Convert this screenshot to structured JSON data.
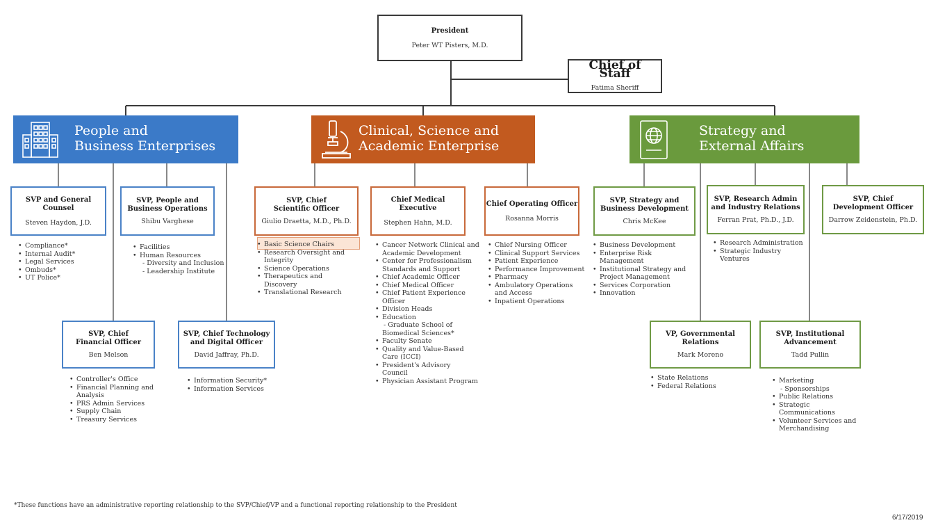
{
  "president": {
    "title": "President",
    "name": "Peter WT Pisters, M.D."
  },
  "chief_of_staff": {
    "title": "Chief of Staff",
    "name": "Fatima Sheriff"
  },
  "enterprises": {
    "people": {
      "line1": "People and",
      "line2": "Business Enterprises",
      "color": "#3b7ac8",
      "icon": "building-icon"
    },
    "clinical": {
      "line1": "Clinical, Science and",
      "line2": "Academic Enterprise",
      "color": "#c25a1f",
      "icon": "microscope-icon"
    },
    "strategy": {
      "line1": "Strategy and",
      "line2": "External Affairs",
      "color": "#6a9a3d",
      "icon": "globe-document-icon"
    }
  },
  "svp_general_counsel": {
    "title": "SVP and General Counsel",
    "name": "Steven Haydon, J.D.",
    "items": [
      "Compliance*",
      "Internal Audit*",
      "Legal Services",
      "Ombuds*",
      "UT Police*"
    ]
  },
  "svp_people_ops": {
    "title1": "SVP, People and",
    "title2": "Business Operations",
    "name": "Shibu Varghese",
    "items": [
      "Facilities",
      "Human Resources"
    ],
    "subitems": [
      "- Diversity and Inclusion",
      "- Leadership Institute"
    ]
  },
  "svp_cfo": {
    "title1": "SVP, Chief",
    "title2": "Financial Officer",
    "name": "Ben Melson",
    "items": [
      "Controller's Office",
      "Financial Planning and",
      "PRS Admin Services",
      "Supply Chain",
      "Treasury Services"
    ],
    "cont": "Analysis"
  },
  "svp_cto": {
    "title1": "SVP, Chief Technology",
    "title2": "and Digital Officer",
    "name": "David Jaffray, Ph.D.",
    "items": [
      "Information Security*",
      "Information Services"
    ]
  },
  "svp_cso": {
    "title1": "SVP, Chief",
    "title2": "Scientific Officer",
    "name": "Giulio Draetta, M.D., Ph.D.",
    "items": [
      "Basic Science Chairs",
      "Research Oversight and",
      "Science Operations",
      "Therapeutics and",
      "Translational Research"
    ],
    "cont1": "Integrity",
    "cont2": "Discovery"
  },
  "chief_medical_exec": {
    "title": "Chief Medical Executive",
    "name": "Stephen Hahn, M.D.",
    "items": [
      "Cancer Network Clinical and",
      "Center for Professionalism",
      "Chief Academic Officer",
      "Chief Medical Officer",
      "Chief Patient Experience",
      "Division Heads",
      "Education",
      "Faculty Senate",
      "Quality and Value-Based",
      "President's Advisory",
      "Physician Assistant Program"
    ],
    "conts": [
      "Academic Development",
      "Standards and Support",
      "Officer",
      "- Graduate School of",
      "Biomedical Sciences*",
      "Care (ICCI)",
      "Council"
    ]
  },
  "coo": {
    "title": "Chief Operating Officer",
    "name": "Rosanna Morris",
    "items": [
      "Chief Nursing Officer",
      "Clinical Support Services",
      "Patient Experience",
      "Performance Improvement",
      "Pharmacy",
      "Ambulatory Operations",
      "Inpatient Operations"
    ],
    "cont": "and Access"
  },
  "svp_strategy": {
    "title1": "SVP, Strategy and",
    "title2": "Business Development",
    "name": "Chris McKee",
    "items": [
      "Business Development",
      "Enterprise Risk",
      "Institutional Strategy and",
      "Services Corporation",
      "Innovation"
    ],
    "cont1": "Management",
    "cont2": "Project Management"
  },
  "svp_research_admin": {
    "title1": "SVP, Research Admin",
    "title2": "and Industry Relations",
    "name": "Ferran Prat, Ph.D., J.D.",
    "items": [
      "Research Administration",
      "Strategic Industry"
    ],
    "cont": "Ventures"
  },
  "svp_cdo": {
    "title1": "SVP, Chief",
    "title2": "Development Officer",
    "name": "Darrow Zeidenstein, Ph.D."
  },
  "vp_gov": {
    "title1": "VP, Governmental",
    "title2": "Relations",
    "name": "Mark Moreno",
    "items": [
      "State Relations",
      "Federal Relations"
    ]
  },
  "svp_inst_adv": {
    "title1": "SVP, Institutional",
    "title2": "Advancement",
    "name": "Tadd Pullin",
    "items": [
      "Marketing",
      "Public Relations",
      "Strategic",
      "Volunteer Services and"
    ],
    "conts": [
      "- Sponsorships",
      "Communications",
      "Merchandising"
    ]
  },
  "footnote": "*These functions have an administrative reporting relationship to the SVP/Chief/VP and a functional reporting relationship to the President",
  "date": "6/17/2019"
}
